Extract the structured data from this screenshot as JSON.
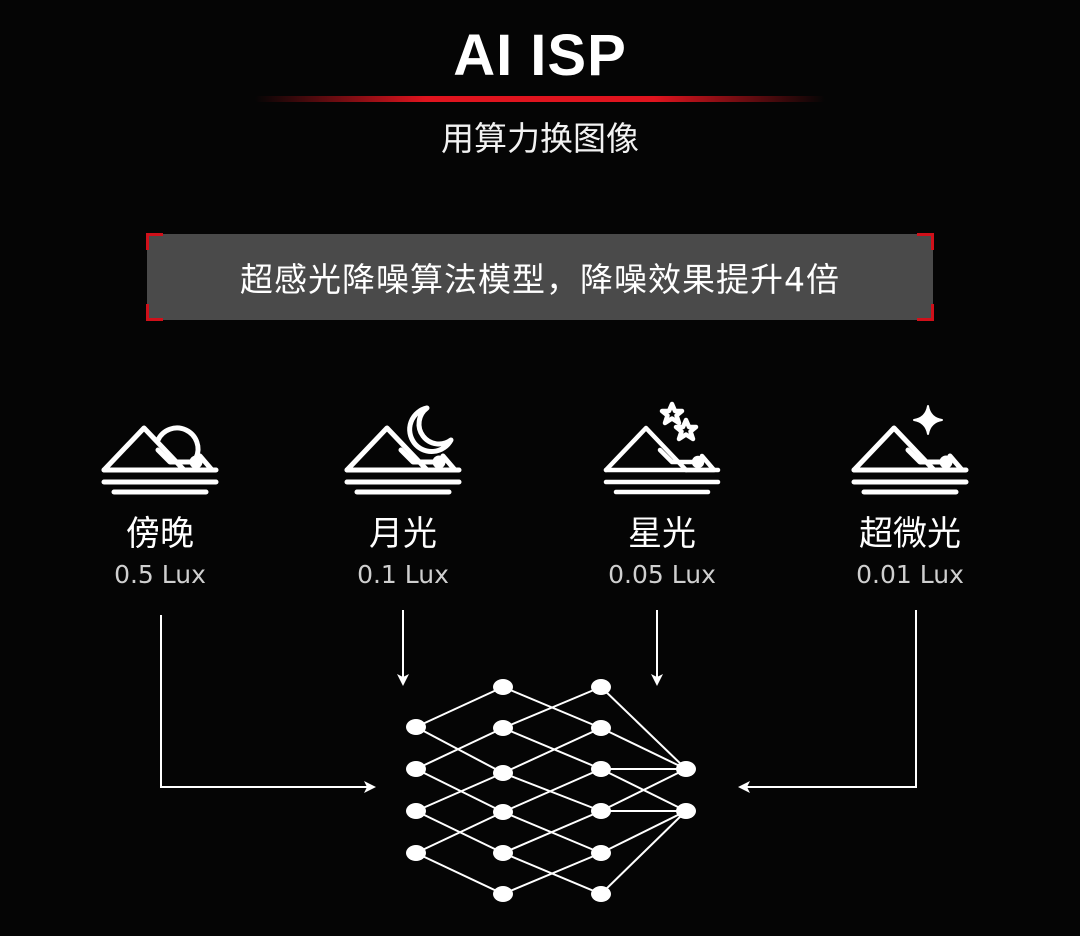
{
  "header": {
    "title": "AI ISP",
    "subtitle": "用算力换图像"
  },
  "banner": {
    "text": "超感光降噪算法模型，降噪效果提升4倍"
  },
  "scenes": [
    {
      "name": "傍晚",
      "lux": "0.5 Lux",
      "icon": "mountain-sun-icon"
    },
    {
      "name": "月光",
      "lux": "0.1 Lux",
      "icon": "mountain-moon-icon"
    },
    {
      "name": "星光",
      "lux": "0.05 Lux",
      "icon": "mountain-stars-icon"
    },
    {
      "name": "超微光",
      "lux": "0.01 Lux",
      "icon": "mountain-sparkle-icon"
    }
  ],
  "colors": {
    "background": "#050505",
    "accent": "#e0141e",
    "banner": "#4a4a4a"
  }
}
